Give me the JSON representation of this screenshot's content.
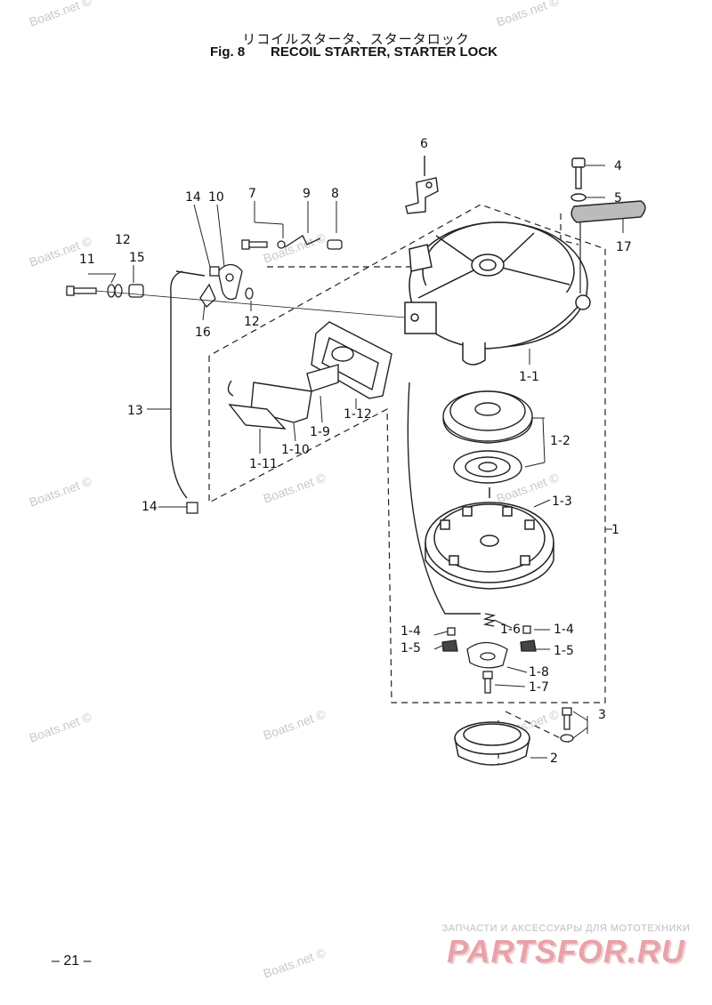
{
  "header": {
    "title_jp": "リコイルスタータ、スタータロック",
    "fig_label": "Fig. 8",
    "title_en": "RECOIL STARTER, STARTER LOCK"
  },
  "page_number": "– 21 –",
  "watermark": {
    "text": "Boats.net ©"
  },
  "dealer": {
    "tagline": "ЗАПЧАСТИ И АКСЕССУАРЫ ДЛЯ МОТОТЕХНИКИ",
    "brand": "PARTSFOR.RU"
  },
  "callouts": [
    "1",
    "1-1",
    "1-2",
    "1-3",
    "1-4",
    "1-4",
    "1-5",
    "1-5",
    "1-6",
    "1-7",
    "1-8",
    "1-9",
    "1-10",
    "1-11",
    "1-12",
    "2",
    "3",
    "4",
    "5",
    "6",
    "7",
    "8",
    "9",
    "10",
    "11",
    "12",
    "12",
    "13",
    "14",
    "14",
    "15",
    "16",
    "17"
  ]
}
